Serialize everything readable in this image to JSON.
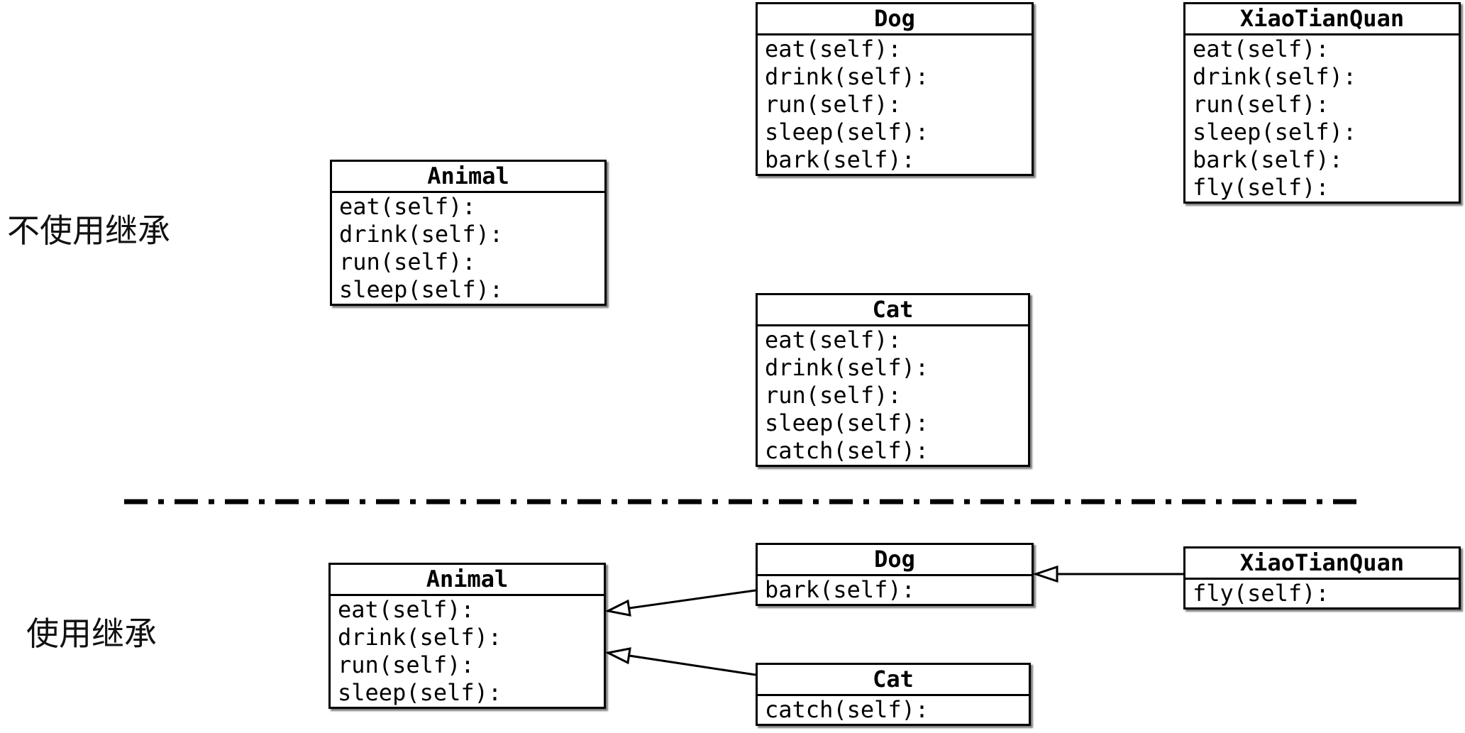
{
  "sections": {
    "no_inheritance": {
      "label": "不使用继承",
      "boxes": {
        "animal": {
          "title": "Animal",
          "methods": [
            "eat(self):",
            "drink(self):",
            "run(self):",
            "sleep(self):"
          ]
        },
        "dog": {
          "title": "Dog",
          "methods": [
            "eat(self):",
            "drink(self):",
            "run(self):",
            "sleep(self):",
            "bark(self):"
          ]
        },
        "xiaotianquan": {
          "title": "XiaoTianQuan",
          "methods": [
            "eat(self):",
            "drink(self):",
            "run(self):",
            "sleep(self):",
            "bark(self):",
            "fly(self):"
          ]
        },
        "cat": {
          "title": "Cat",
          "methods": [
            "eat(self):",
            "drink(self):",
            "run(self):",
            "sleep(self):",
            "catch(self):"
          ]
        }
      }
    },
    "inheritance": {
      "label": "使用继承",
      "boxes": {
        "animal": {
          "title": "Animal",
          "methods": [
            "eat(self):",
            "drink(self):",
            "run(self):",
            "sleep(self):"
          ]
        },
        "dog": {
          "title": "Dog",
          "methods": [
            "bark(self):"
          ]
        },
        "xiaotianquan": {
          "title": "XiaoTianQuan",
          "methods": [
            "fly(self):"
          ]
        },
        "cat": {
          "title": "Cat",
          "methods": [
            "catch(self):"
          ]
        }
      },
      "relations": [
        {
          "from": "Dog",
          "to": "Animal",
          "type": "inherits"
        },
        {
          "from": "Cat",
          "to": "Animal",
          "type": "inherits"
        },
        {
          "from": "XiaoTianQuan",
          "to": "Dog",
          "type": "inherits"
        }
      ]
    }
  },
  "colors": {
    "stroke": "#000000",
    "background": "#ffffff",
    "text": "#000000"
  }
}
